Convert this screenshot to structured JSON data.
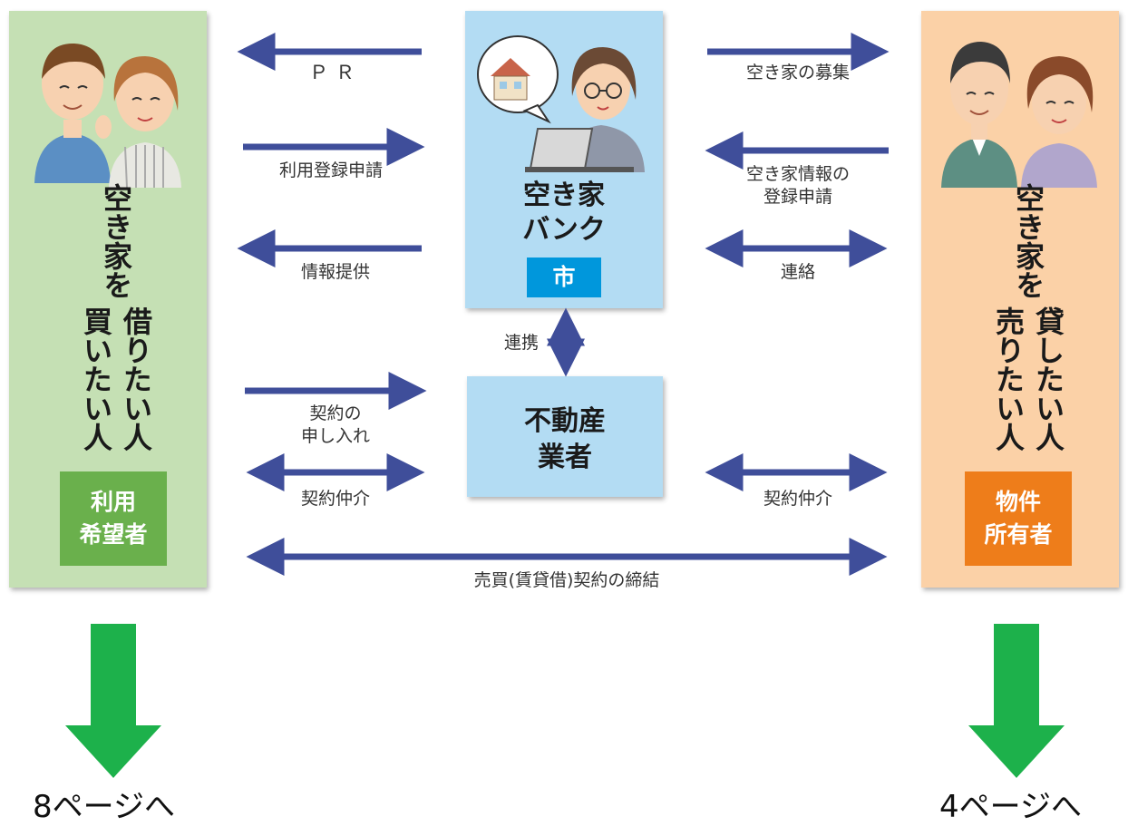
{
  "left_panel": {
    "title_col1": "借りたい人",
    "title_col2": "空き家を",
    "title_col3": "買いたい人",
    "badge_line1": "利用",
    "badge_line2": "希望者",
    "badge_color": "#6ab04c"
  },
  "right_panel": {
    "title_col1": "貸したい人",
    "title_col2": "空き家を",
    "title_col3": "売りたい人",
    "badge_line1": "物件",
    "badge_line2": "所有者",
    "badge_color": "#ee7d1a"
  },
  "bank": {
    "title_line1": "空き家",
    "title_line2": "バンク",
    "badge": "市",
    "badge_color": "#0097dc"
  },
  "agent": {
    "title_line1": "不動産",
    "title_line2": "業者"
  },
  "labels": {
    "pr": "ＰＲ",
    "user_registration": "利用登録申請",
    "info_provision": "情報提供",
    "vacant_recruit": "空き家の募集",
    "vacant_info_line1": "空き家情報の",
    "vacant_info_line2": "登録申請",
    "contact": "連絡",
    "cooperation": "連携",
    "contract_offer_line1": "契約の",
    "contract_offer_line2": "申し入れ",
    "mediation_left": "契約仲介",
    "mediation_right": "契約仲介",
    "conclusion": "売買(賃貸借)契約の締結"
  },
  "links": {
    "left": "8ページへ",
    "right": "4ページへ"
  },
  "colors": {
    "arrow": "#3f4e9a",
    "down_arrow": "#1db14b"
  }
}
